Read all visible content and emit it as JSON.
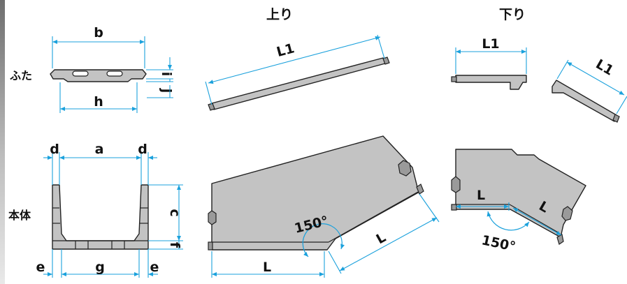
{
  "section_titles": {
    "uphill": "上り",
    "downhill": "下り"
  },
  "part_labels": {
    "lid": "ふた",
    "body": "本体"
  },
  "dimension_labels": {
    "b": "b",
    "h": "h",
    "i": "i",
    "j": "j",
    "a": "a",
    "d_left": "d",
    "d_right": "d",
    "c": "c",
    "f": "f",
    "e_left": "e",
    "g": "g",
    "e_right": "e",
    "l1_up": "L1",
    "l1_down": "L1",
    "l1_down_angled": "L1",
    "l_up_bottom": "L",
    "l_up_diag": "L",
    "l_down_left": "L",
    "l_down_diag": "L"
  },
  "angle_labels": {
    "up": "150°",
    "down": "150°"
  },
  "colors": {
    "dimension_line": "#1ba1dc",
    "part_fill": "#c3c3c3",
    "outline": "#222222"
  }
}
